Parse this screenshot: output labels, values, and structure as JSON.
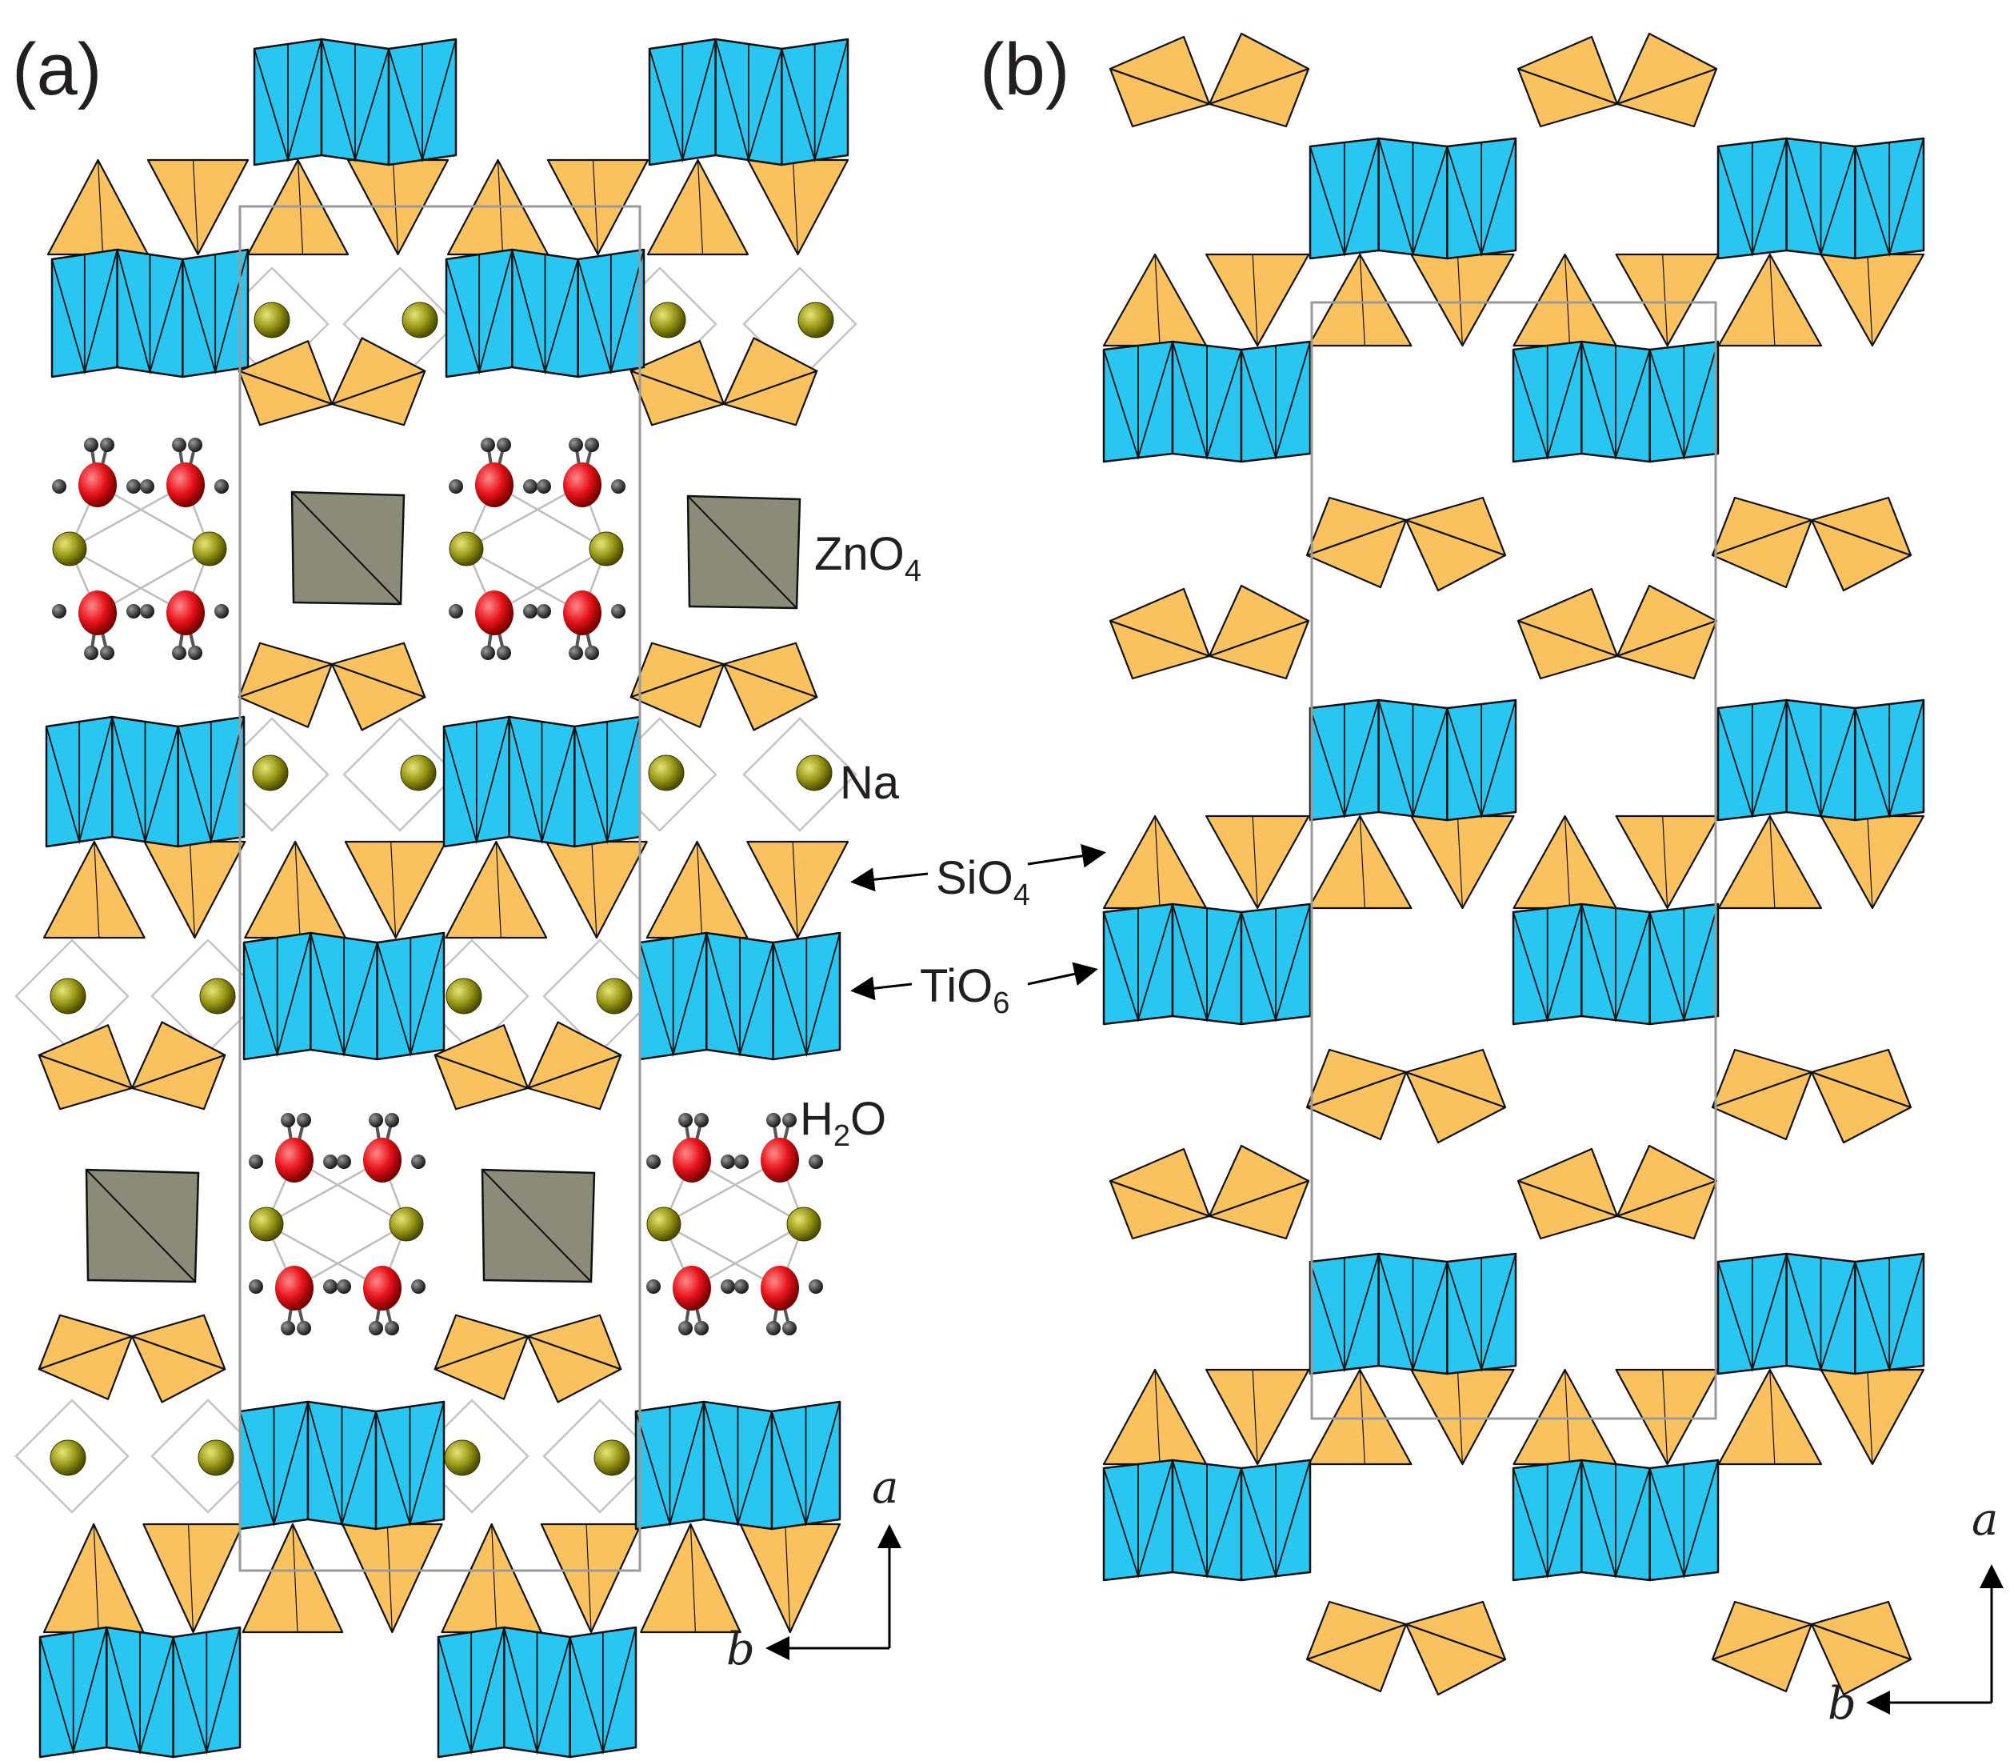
{
  "panels": [
    {
      "id": "a",
      "label": "(a)"
    },
    {
      "id": "b",
      "label": "(b)"
    }
  ],
  "labels": {
    "zno4": {
      "base": "ZnO",
      "sub": "4"
    },
    "na": "Na",
    "sio4": {
      "base": "SiO",
      "sub": "4"
    },
    "tio6": {
      "base": "TiO",
      "sub": "6"
    },
    "h2o": {
      "pre": "H",
      "sub": "2",
      "post": "O"
    }
  },
  "axes": {
    "vertical": "a",
    "horizontal": "b"
  },
  "colors": {
    "tio6_octahedra": "#29c6f2",
    "sio4_tetrahedra": "#f9c25e",
    "zno4_tetrahedra": "#8c8a78",
    "na_atoms": "#9a9a1a",
    "water_oxygen": "#e8141c",
    "water_hydrogen": "#4a4a4a",
    "unit_cell": "#9a9a9a"
  }
}
